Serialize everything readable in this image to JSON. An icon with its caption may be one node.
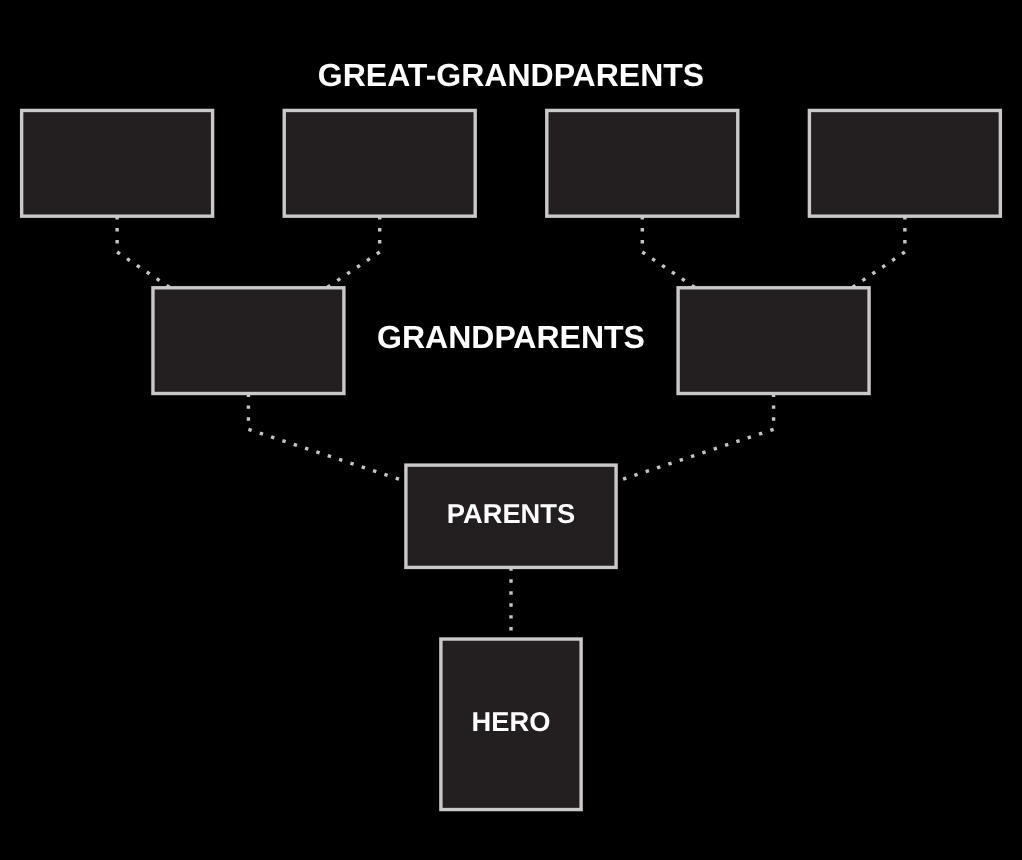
{
  "diagram": {
    "nodes": [
      {
        "text": [],
        "shape": "box"
      },
      {
        "text": [],
        "shape": "box"
      },
      {
        "text": [],
        "shape": "box"
      },
      {
        "text": [],
        "shape": "box"
      },
      {
        "text": [],
        "shape": "box"
      },
      {
        "text": [],
        "shape": "box"
      },
      {
        "text": [
          "PARENTS"
        ]
      },
      {
        "text": [
          "HERO"
        ]
      }
    ],
    "edges": [
      {
        "from": 0,
        "to": 4,
        "arrow": "none",
        "style": "dashed"
      },
      {
        "from": 1,
        "to": 4,
        "arrow": "none",
        "style": "dashed"
      },
      {
        "from": 2,
        "to": 5,
        "arrow": "none",
        "style": "dashed"
      },
      {
        "from": 3,
        "to": 5,
        "arrow": "none",
        "style": "dashed"
      },
      {
        "from": 4,
        "to": 6,
        "arrow": "none",
        "style": "dashed"
      },
      {
        "from": 5,
        "to": 6,
        "arrow": "none",
        "style": "dashed"
      },
      {
        "from": 6,
        "to": 7,
        "arrow": "none",
        "style": "dashed"
      }
    ],
    "labels": [
      "GREAT-GRANDPARENTS",
      "GRANDPARENTS"
    ]
  }
}
